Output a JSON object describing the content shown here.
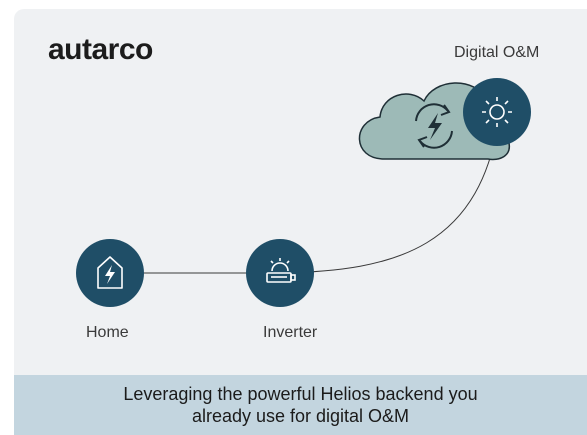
{
  "brand": {
    "logo_text": "autarco"
  },
  "nodes": {
    "cloud": {
      "label": "Digital O&M",
      "icon": "cloud-sync-icon"
    },
    "sun": {
      "icon": "sun-icon"
    },
    "home": {
      "label": "Home",
      "icon": "home-bolt-icon"
    },
    "inverter": {
      "label": "Inverter",
      "icon": "inverter-icon"
    }
  },
  "banner": {
    "text": "Leveraging the powerful Helios backend you\nalready use for digital O&M"
  },
  "colors": {
    "node_fill": "#1f4e67",
    "cloud_fill": "#9dbab7",
    "line": "#3a3a3a",
    "banner_bg": "#c3d5df",
    "card_bg": "#eff1f3"
  }
}
